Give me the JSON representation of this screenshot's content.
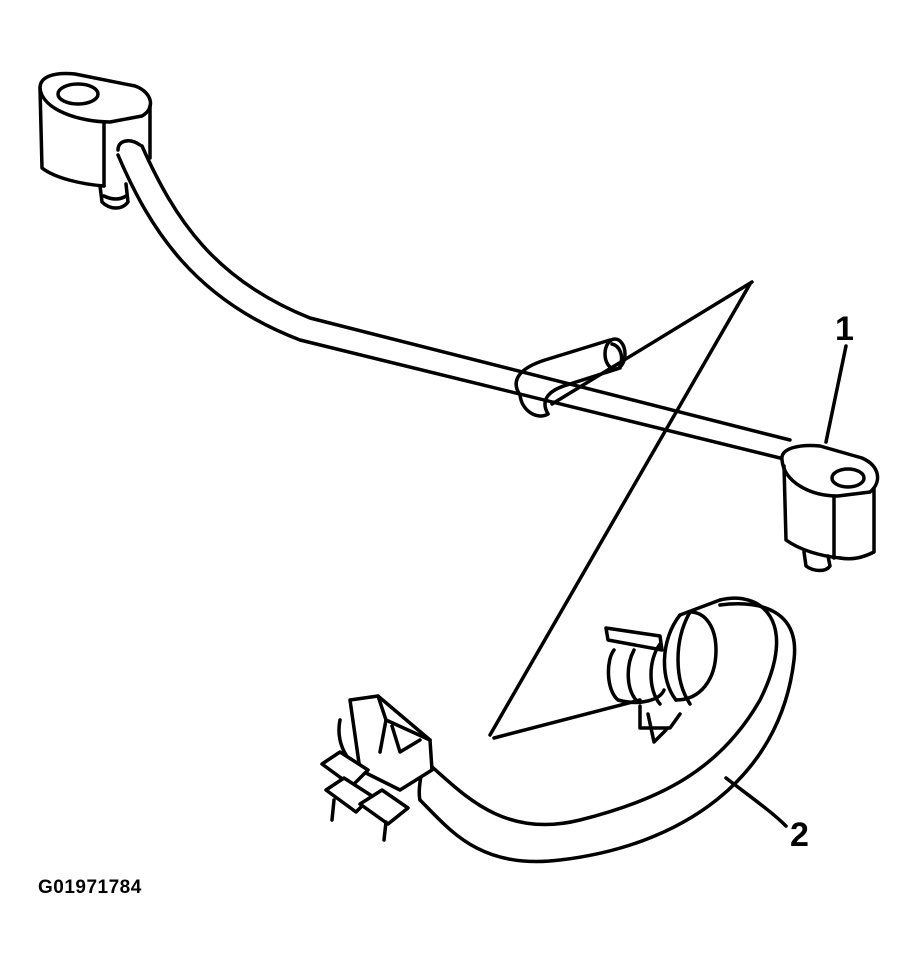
{
  "callouts": {
    "pipe_assembly": "1",
    "hose_detail": "2"
  },
  "figure_id": "G01971784",
  "colors": {
    "ink": "#000000",
    "paper": "#ffffff"
  }
}
